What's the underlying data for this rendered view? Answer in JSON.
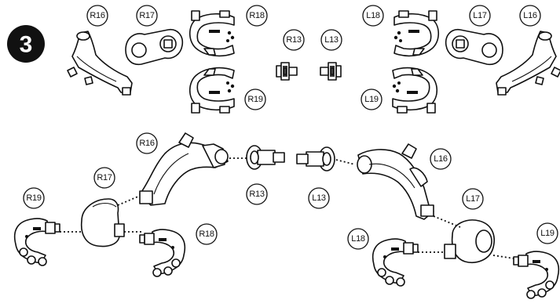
{
  "step": {
    "number": "3"
  },
  "labels": {
    "r16_top": "R16",
    "r17_top": "R17",
    "r18_top": "R18",
    "r19_top": "R19",
    "r13_top": "R13",
    "l13_top": "L13",
    "l18_top": "L18",
    "l19_top": "L19",
    "l17_top": "L17",
    "l16_top": "L16",
    "r16_asm": "R16",
    "r17_asm": "R17",
    "r19_asm": "R19",
    "r18_asm": "R18",
    "r13_asm": "R13",
    "l13_asm": "L13",
    "l16_asm": "L16",
    "l17_asm": "L17",
    "l18_asm": "L18",
    "l19_asm": "L19"
  }
}
